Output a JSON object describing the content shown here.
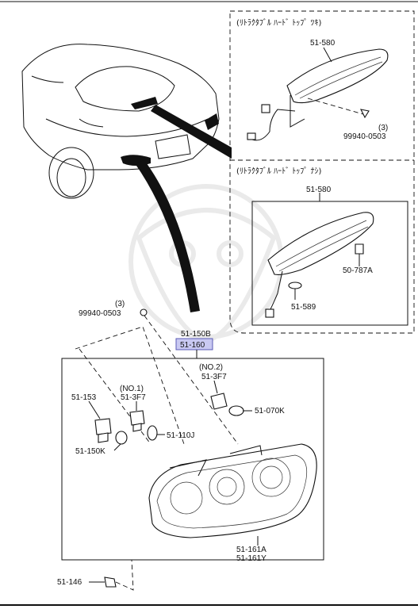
{
  "colors": {
    "highlight": "#c9c9f2",
    "highlight_border": "#5b5bb5",
    "line": "#111111"
  },
  "inset_top": {
    "header": "(ﾘﾄﾗｸﾀﾌﾞﾙ ﾊｰﾄﾞ ﾄｯﾌﾟ ﾂｷ)"
  },
  "inset_bottom": {
    "header": "(ﾘﾄﾗｸﾀﾌﾞﾙ ﾊｰﾄﾞ ﾄｯﾌﾟ ﾅｼ)"
  },
  "labels": {
    "p51_580_top": "51-580",
    "p99940_qty_top": "(3)",
    "p99940_top": "99940-0503",
    "p51_580_bottom": "51-580",
    "p50_787a": "50-787A",
    "p51_589": "51-589",
    "p99940_qty_mid": "(3)",
    "p99940_mid": "99940-0503",
    "p51_150b": "51-150B",
    "p51_160": "51-160",
    "no2": "(NO.2)",
    "p51_3f7_no2": "51-3F7",
    "no1": "(NO.1)",
    "p51_3f7_no1": "51-3F7",
    "p51_153": "51-153",
    "p51_070k": "51-070K",
    "p51_110j": "51-110J",
    "p51_150k": "51-150K",
    "p51_161a": "51-161A",
    "p51_161y": "51-161Y",
    "p51_146": "51-146"
  }
}
